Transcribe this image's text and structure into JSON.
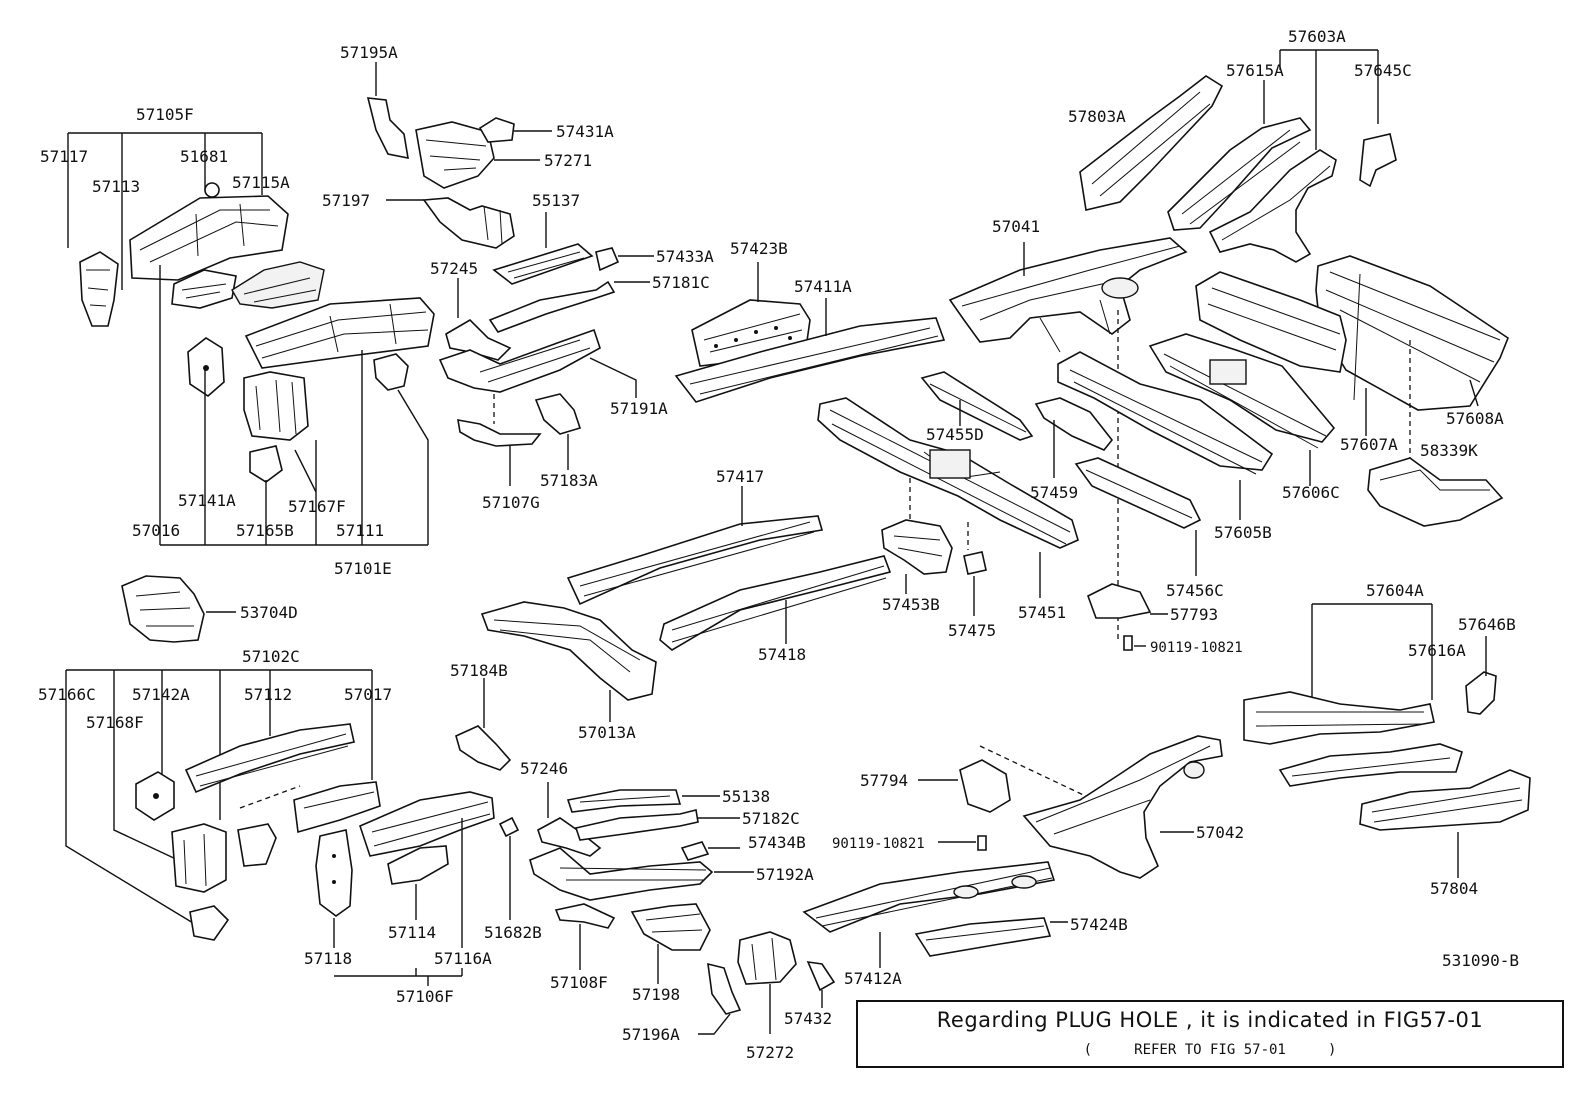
{
  "parts": {
    "p57195A": "57195A",
    "p57105F": "57105F",
    "p57117": "57117",
    "p51681": "51681",
    "p57113": "57113",
    "p57115A": "57115A",
    "p57431A": "57431A",
    "p57271": "57271",
    "p57197": "57197",
    "p55137": "55137",
    "p57433A": "57433A",
    "p57181C": "57181C",
    "p57245": "57245",
    "p57423B": "57423B",
    "p57411A": "57411A",
    "p57191A": "57191A",
    "p57183A": "57183A",
    "p57107G": "57107G",
    "p57141A": "57141A",
    "p57167F": "57167F",
    "p57016": "57016",
    "p57165B": "57165B",
    "p57111": "57111",
    "p57101E": "57101E",
    "p53704D": "53704D",
    "p57102C": "57102C",
    "p57166C": "57166C",
    "p57142A": "57142A",
    "p57112": "57112",
    "p57017": "57017",
    "p57168F": "57168F",
    "p57184B": "57184B",
    "p57246": "57246",
    "p55138": "55138",
    "p57182C": "57182C",
    "p57434B": "57434B",
    "p57192A": "57192A",
    "p57114": "57114",
    "p51682B": "51682B",
    "p57118": "57118",
    "p57116A": "57116A",
    "p57106F": "57106F",
    "p57108F": "57108F",
    "p57198": "57198",
    "p57196A": "57196A",
    "p57272": "57272",
    "p57432": "57432",
    "p57412A": "57412A",
    "p57424B": "57424B",
    "p57417": "57417",
    "p57418": "57418",
    "p57013A": "57013A",
    "p57453B": "57453B",
    "p57475": "57475",
    "p57451": "57451",
    "p57455D": "57455D",
    "p57459": "57459",
    "p57041": "57041",
    "p57803A": "57803A",
    "p57603A": "57603A",
    "p57615A": "57615A",
    "p57645C": "57645C",
    "p57608A": "57608A",
    "p57607A": "57607A",
    "p58339K": "58339K",
    "p57606C": "57606C",
    "p57605B": "57605B",
    "p57456C": "57456C",
    "p57793": "57793",
    "p90119a": "90119-10821",
    "p57604A": "57604A",
    "p57646B": "57646B",
    "p57616A": "57616A",
    "p57794": "57794",
    "p90119b": "90119-10821",
    "p57042": "57042",
    "p57804": "57804"
  },
  "drawing_code": "531090-B",
  "note": {
    "main": "Regarding PLUG HOLE , it is indicated in FIG57-01",
    "sub": "(     REFER TO FIG 57-01     )"
  }
}
